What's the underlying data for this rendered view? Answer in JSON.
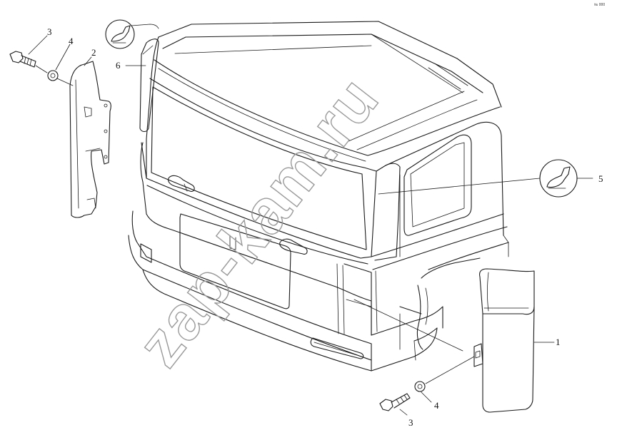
{
  "diagram": {
    "corner_mark": "№ 000",
    "watermark": "zap-kam.ru",
    "callouts": [
      {
        "id": "c1",
        "label": "1"
      },
      {
        "id": "c2",
        "label": "2"
      },
      {
        "id": "c3a",
        "label": "3"
      },
      {
        "id": "c3b",
        "label": "3"
      },
      {
        "id": "c4a",
        "label": "4"
      },
      {
        "id": "c4b",
        "label": "4"
      },
      {
        "id": "c5",
        "label": "5"
      },
      {
        "id": "c6",
        "label": "6"
      }
    ]
  }
}
